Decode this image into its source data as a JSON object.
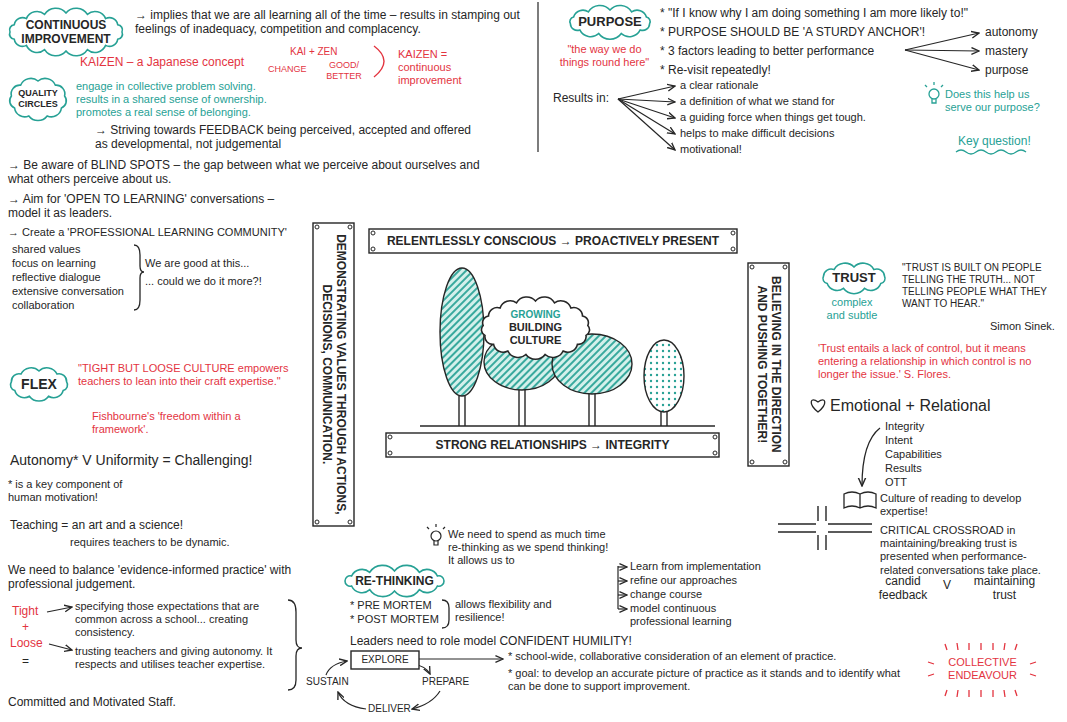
{
  "diagram": {
    "nodes": [
      {
        "text": [
          "CONTINUOUS IMPROVEMENT"
        ]
      },
      {
        "text": [
          "PURPOSE"
        ]
      },
      {
        "text": [
          "QUALITY CIRCLES"
        ]
      },
      {
        "text": [
          "RELENTLESSLY CONSCIOUS → PROACTIVELY PRESENT"
        ]
      },
      {
        "text": [
          "DEMONSTRATING VALUES THROUGH ACTIONS, DECISIONS, COMMUNICATION."
        ]
      },
      {
        "text": [
          "GROWING",
          "BUILDING CULTURE"
        ]
      },
      {
        "text": [
          "BELIEVING IN THE DIRECTION AND PUSHING TOGETHER!"
        ]
      },
      {
        "text": [
          "TRUST"
        ]
      },
      {
        "text": [
          "FLEX"
        ]
      },
      {
        "text": [
          "STRONG RELATIONSHIPS → INTEGRITY"
        ]
      },
      {
        "text": [
          "RE-THINKING"
        ]
      },
      {
        "text": [
          "EXPLORE"
        ]
      }
    ],
    "labels": [
      "→ implies that we are all learning all of the time – results in stamping out feelings of inadequacy, competition and complacency.",
      "KAIZEN – a Japanese concept",
      "KAI + ZEN",
      "CHANGE",
      "GOOD/ BETTER",
      "KAIZEN = continuous improvement",
      "engage in collective problem solving.",
      "results in a shared sense of ownership.",
      "promotes a real sense of belonging.",
      "→ Striving towards FEEDBACK being perceived, accepted and offered as developmental, not judgemental",
      "→ Be aware of BLIND SPOTS – the gap between what we perceive about ourselves and what others perceive about us.",
      "→ Aim for 'OPEN TO LEARNING' conversations – model it as leaders.",
      "→ Create a 'PROFESSIONAL LEARNING COMMUNITY'",
      "shared values",
      "focus on learning",
      "reflective dialogue",
      "extensive conversation",
      "collaboration",
      "We are good at this...",
      "... could we do it more?!",
      "\"the way we do things round here\"",
      "* \"If I know why I am doing something I am more likely to!\"",
      "* PURPOSE SHOULD BE 'A STURDY ANCHOR'!",
      "* 3 factors leading to better performance",
      "* Re-visit repeatedly!",
      "autonomy",
      "mastery",
      "purpose",
      "Results in:",
      "a clear rationale",
      "a definition of what we stand for",
      "a guiding force when things get tough.",
      "helps to make difficult decisions",
      "motivational!",
      "Does this help us serve our purpose?",
      "Key question!",
      "\"TRUST IS BUILT ON PEOPLE TELLING THE TRUTH... NOT TELLING PEOPLE WHAT THEY WANT TO HEAR.\"",
      "Simon Sinek.",
      "complex and subtle",
      "'Trust entails a lack of control, but it means entering a relationship in which control is no longer the issue.' S. Flores.",
      "Emotional + Relational",
      "Integrity",
      "Intent",
      "Capabilities",
      "Results",
      "OTT",
      "Culture of reading to develop expertise!",
      "CRITICAL CROSSROAD in maintaining/breaking trust is presented when performance-related conversations take place.",
      "candid feedback",
      "V",
      "maintaining trust",
      "We need to spend as much time re-thinking as we spend thinking! It allows us to",
      "Learn from implementation",
      "refine our approaches",
      "change course",
      "model continuous professional learning",
      "* PRE MORTEM",
      "* POST MORTEM",
      "allows flexibility and resilience!",
      "Leaders need to role model CONFIDENT HUMILITY!",
      "PREPARE",
      "DELIVER",
      "SUSTAIN",
      "* school-wide, collaborative consideration of an element of practice.",
      "* goal: to develop an accurate picture of practice as it stands and to identify what can be done to support improvement.",
      "COLLECTIVE ENDEAVOUR",
      "\"TIGHT BUT LOOSE CULTURE empowers teachers to lean into their craft expertise.\"",
      "Fishbourne's 'freedom within a framework'.",
      "Autonomy* V Uniformity = Challenging!",
      "* is a key component of human motivation!",
      "Teaching = an art and a science!",
      "requires teachers to be dynamic.",
      "We need to balance 'evidence-informed practice' with professional judgement.",
      "Tight",
      "+",
      "Loose",
      "=",
      "specifying those expectations that are common across a school... creating consistency.",
      "trusting teachers and giving autonomy. It respects and utilises teacher expertise.",
      "Committed and Motivated Staff."
    ]
  }
}
